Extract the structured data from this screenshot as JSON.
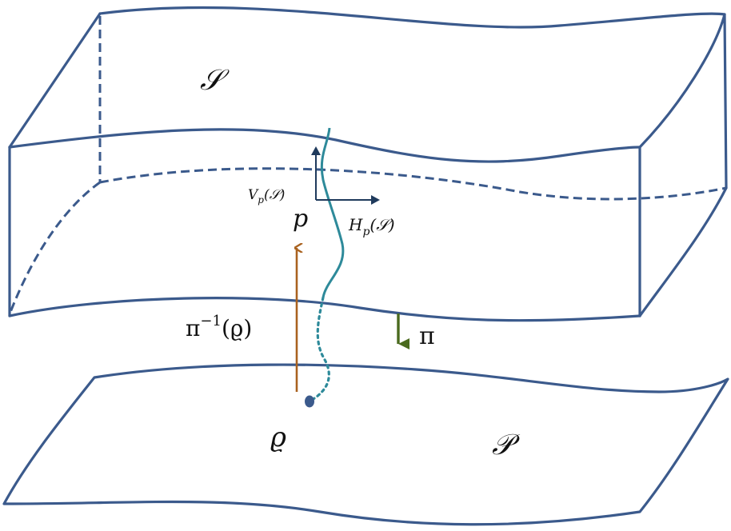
{
  "labels": {
    "total_space": "𝒮",
    "base_space": "𝒫",
    "vertical_space": "V",
    "vertical_sub": "p",
    "vertical_arg": "(𝒮)",
    "horizontal_space": "H",
    "horizontal_sub": "p",
    "horizontal_arg": "(𝒮)",
    "point_fiber": "p",
    "projection": "π",
    "preimage_pi": "π",
    "preimage_exp": "−1",
    "preimage_arg": "(ϱ)",
    "base_point": "ϱ"
  },
  "colors": {
    "outline": "#3b5a8c",
    "fiber_curve": "#2e8a9a",
    "lift_arrow": "#a9621f",
    "projection_arrow": "#4a6a1e",
    "tangent_axes": "#1f3a5c",
    "base_point": "#3b5a8c"
  }
}
